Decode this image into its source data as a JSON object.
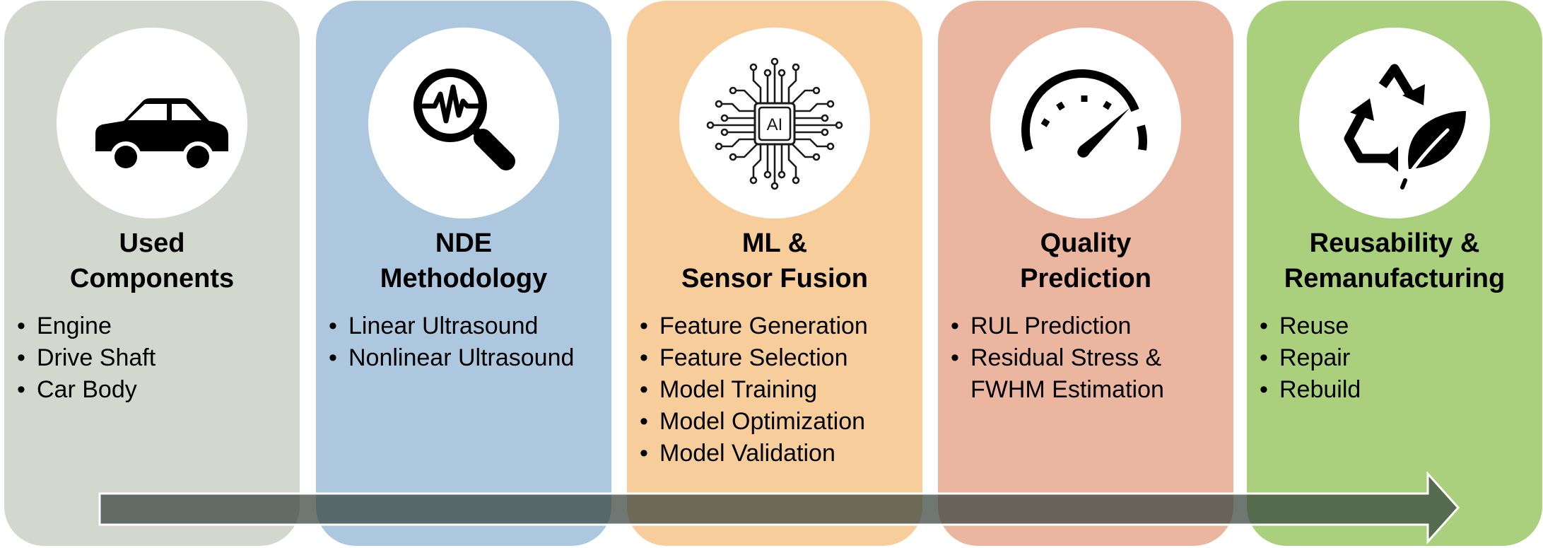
{
  "colors": {
    "panel_1": "#d3d8ce",
    "panel_2": "#adc8de",
    "panel_3": "#f6cd9b",
    "panel_4": "#eab6a0",
    "panel_5": "#aad07e",
    "arrow_fill": "#36433b",
    "arrow_stroke": "#ffffff"
  },
  "stages": [
    {
      "icon": "car-icon",
      "title_line1": "Used",
      "title_line2": "Components",
      "items": [
        "Engine",
        "Drive Shaft",
        "Car Body"
      ]
    },
    {
      "icon": "magnifier-waveform-icon",
      "title_line1": "NDE",
      "title_line2": "Methodology",
      "items": [
        "Linear Ultrasound",
        "Nonlinear Ultrasound"
      ]
    },
    {
      "icon": "ai-chip-icon",
      "icon_text": "AI",
      "title_line1": "ML &",
      "title_line2": "Sensor Fusion",
      "items": [
        "Feature Generation",
        "Feature Selection",
        "Model Training",
        "Model Optimization",
        "Model Validation"
      ]
    },
    {
      "icon": "speedometer-icon",
      "title_line1": "Quality",
      "title_line2": "Prediction",
      "items": [
        "RUL Prediction",
        "Residual Stress &",
        "FWHM Estimation"
      ]
    },
    {
      "icon": "recycle-leaf-icon",
      "title_line1": "Reusability &",
      "title_line2": "Remanufacturing",
      "items": [
        "Reuse",
        "Repair",
        "Rebuild"
      ]
    }
  ]
}
